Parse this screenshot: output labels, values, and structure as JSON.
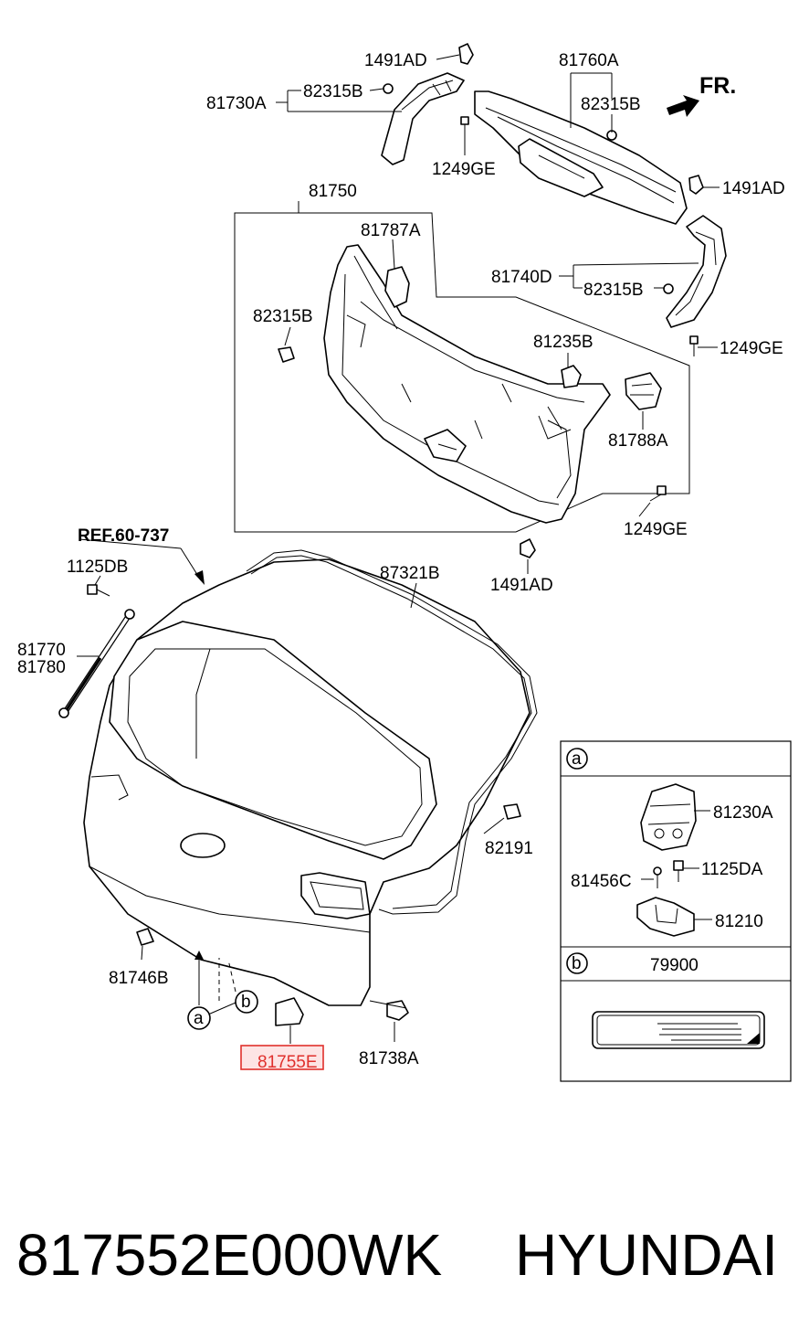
{
  "labels": {
    "l_1491AD_top": "1491AD",
    "l_81760A": "81760A",
    "fr": "FR.",
    "l_82315B_1": "82315B",
    "l_81730A": "81730A",
    "l_82315B_2": "82315B",
    "l_1249GE_1": "1249GE",
    "l_81750": "81750",
    "l_1491AD_right": "1491AD",
    "l_81787A": "81787A",
    "l_81740D": "81740D",
    "l_82315B_3": "82315B",
    "l_82315B_4": "82315B",
    "l_1249GE_2": "1249GE",
    "l_81235B": "81235B",
    "l_81788A": "81788A",
    "l_1249GE_3": "1249GE",
    "ref": "REF.60-737",
    "l_1491AD_bottom": "1491AD",
    "l_1125DB": "1125DB",
    "l_87321B": "87321B",
    "l_81770": "81770",
    "l_81780": "81780",
    "l_82191": "82191",
    "l_81746B": "81746B",
    "callout_a": "a",
    "callout_b": "b",
    "l_81755E": "81755E",
    "l_81738A": "81738A"
  },
  "detail_panel": {
    "section_a": {
      "marker": "a",
      "parts": {
        "p81230A": "81230A",
        "p81456C": "81456C",
        "p1125DA": "1125DA",
        "p81210": "81210"
      }
    },
    "section_b": {
      "marker": "b",
      "part": "79900"
    }
  },
  "footer": {
    "part_number": "817552E000WK",
    "brand": "HYUNDAI"
  },
  "colors": {
    "highlight_border": "#e0302c",
    "highlight_fill": "#fde4e4"
  }
}
